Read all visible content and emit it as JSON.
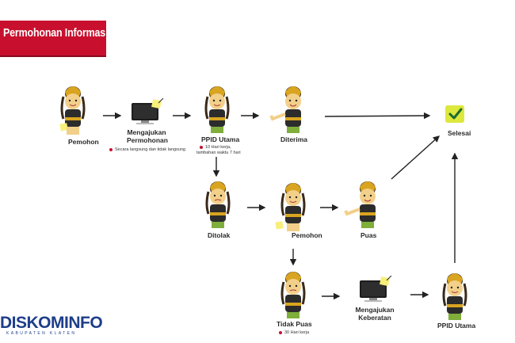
{
  "banner": {
    "title": "Permohonan Informasi",
    "color": "#c8102e"
  },
  "nodes": {
    "pemohon_start": "Pemohon",
    "mengajukan_permohonan": "Mengajukan\nPermohonan",
    "ppid_utama": "PPID Utama",
    "diterima": "Diterima",
    "selesai": "Selesai",
    "ditolak": "Ditolak",
    "pemohon_mid": "Pemohon",
    "puas": "Puas",
    "tidak_puas": "Tidak Puas",
    "mengajukan_keberatan": "Mengajukan\nKeberatan",
    "ppid_utama_final": "PPID Utama"
  },
  "notes": {
    "langsung": "Secara langsung dan tidak langsung",
    "ppid_time_1": "10 Hari kerja,",
    "ppid_time_2": "tambahan waktu 7 hari",
    "tidak_puas_time": "30 Hari kerja"
  },
  "logo": {
    "text": "DISKOMINFO",
    "sub": "KABUPATEN KLATEN"
  },
  "colors": {
    "accent": "#c8102e",
    "arrow": "#222222",
    "check": "#d8e63a",
    "logo": "#1d3e8a"
  }
}
